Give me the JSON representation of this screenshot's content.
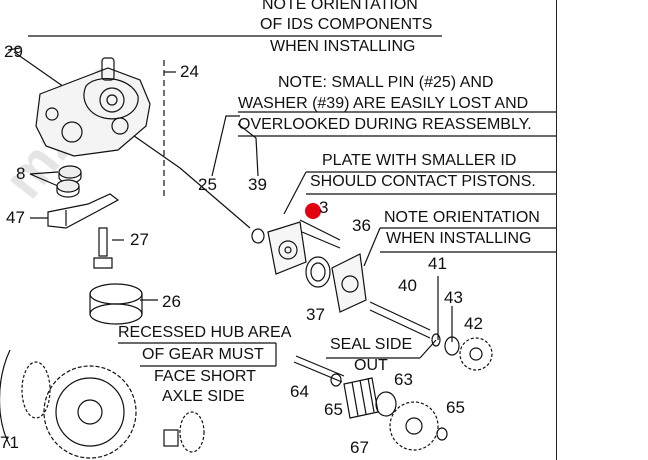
{
  "watermark": "mz Te",
  "part_numbers": {
    "p29": "29",
    "p24": "24",
    "p8": "8",
    "p47": "47",
    "p25": "25",
    "p39": "39",
    "p27": "27",
    "p26": "26",
    "p36": "36",
    "p37": "37",
    "p38": "3",
    "p40": "40",
    "p41": "41",
    "p43": "43",
    "p42": "42",
    "p64": "64",
    "p65a": "65",
    "p63": "63",
    "p65b": "65",
    "p67": "67",
    "p71": "71"
  },
  "notes": {
    "ids_line1": "NOTE ORIENTATION",
    "ids_line2": "OF IDS COMPONENTS",
    "ids_line3": "WHEN INSTALLING",
    "pin_line1": "NOTE: SMALL PIN (#25) AND",
    "pin_line2": "WASHER (#39) ARE EASILY LOST AND",
    "pin_line3": "OVERLOOKED DURING REASSEMBLY.",
    "plate_line1": "PLATE WITH SMALLER ID",
    "plate_line2": "SHOULD CONTACT PISTONS.",
    "orient_line1": "NOTE ORIENTATION",
    "orient_line2": "WHEN INSTALLING",
    "hub_line1": "RECESSED HUB AREA",
    "hub_line2": "OF GEAR MUST",
    "hub_line3": "FACE SHORT",
    "hub_line4": "AXLE SIDE",
    "seal_line1": "SEAL SIDE",
    "seal_line2": "OUT"
  },
  "colors": {
    "marker": "#e3000f",
    "ink": "#111111",
    "watermark": "#d4d4d4"
  }
}
